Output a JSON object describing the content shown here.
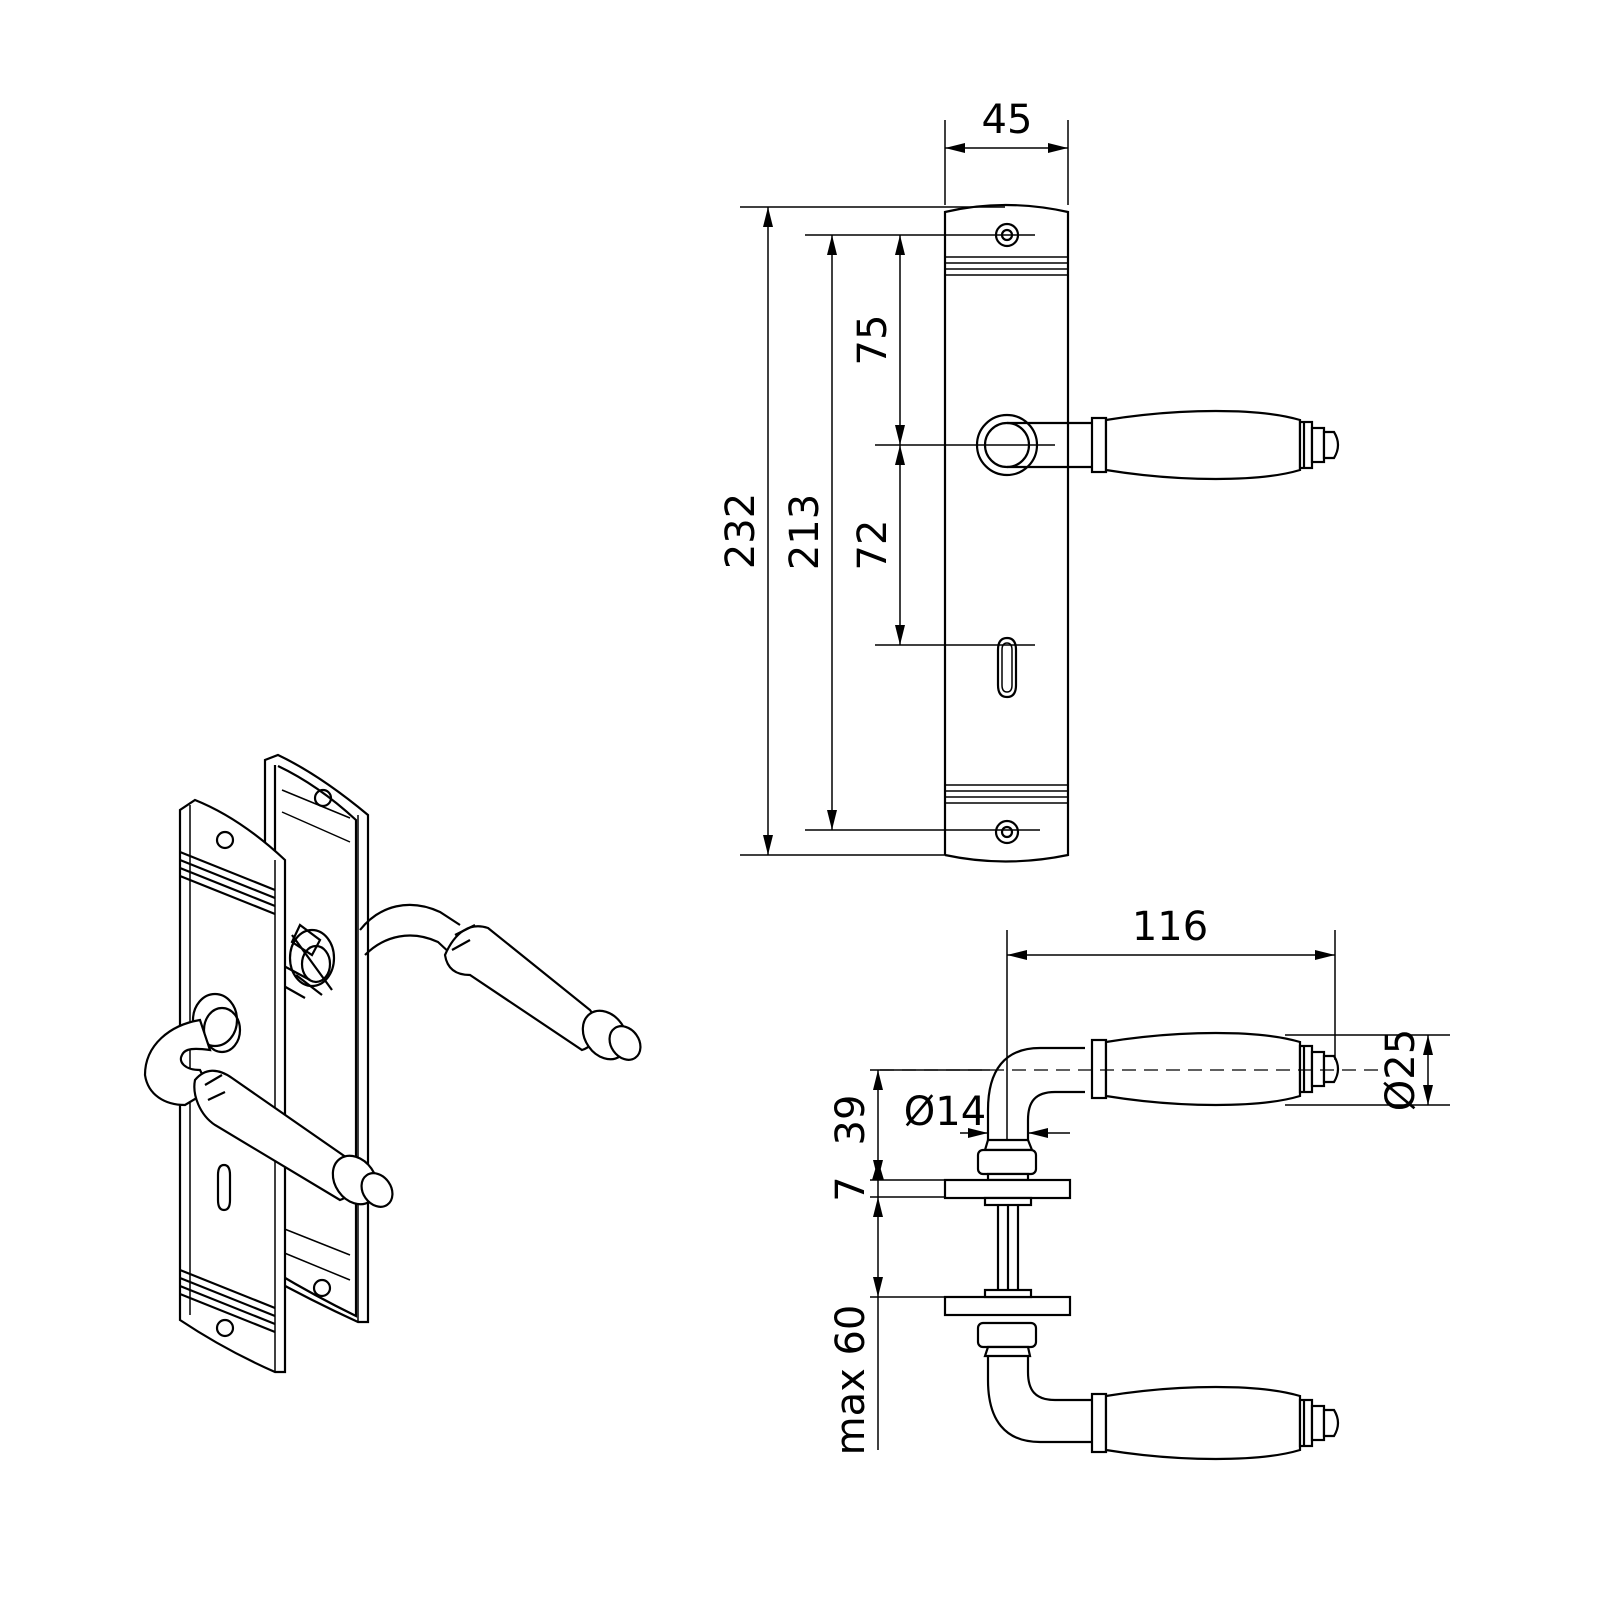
{
  "colors": {
    "line": "#000000",
    "background": "#ffffff"
  },
  "front_view": {
    "width_label": "45",
    "overall_height_label": "232",
    "screw_spacing_label": "213",
    "screw_to_spindle_label": "75",
    "spindle_to_keyhole_label": "72"
  },
  "side_view": {
    "projection_label": "116",
    "grip_diameter_label": "Ø25",
    "shank_diameter_label": "Ø14",
    "lever_height_label": "39",
    "plate_thickness_label": "7",
    "door_thickness_label": "max 60"
  }
}
